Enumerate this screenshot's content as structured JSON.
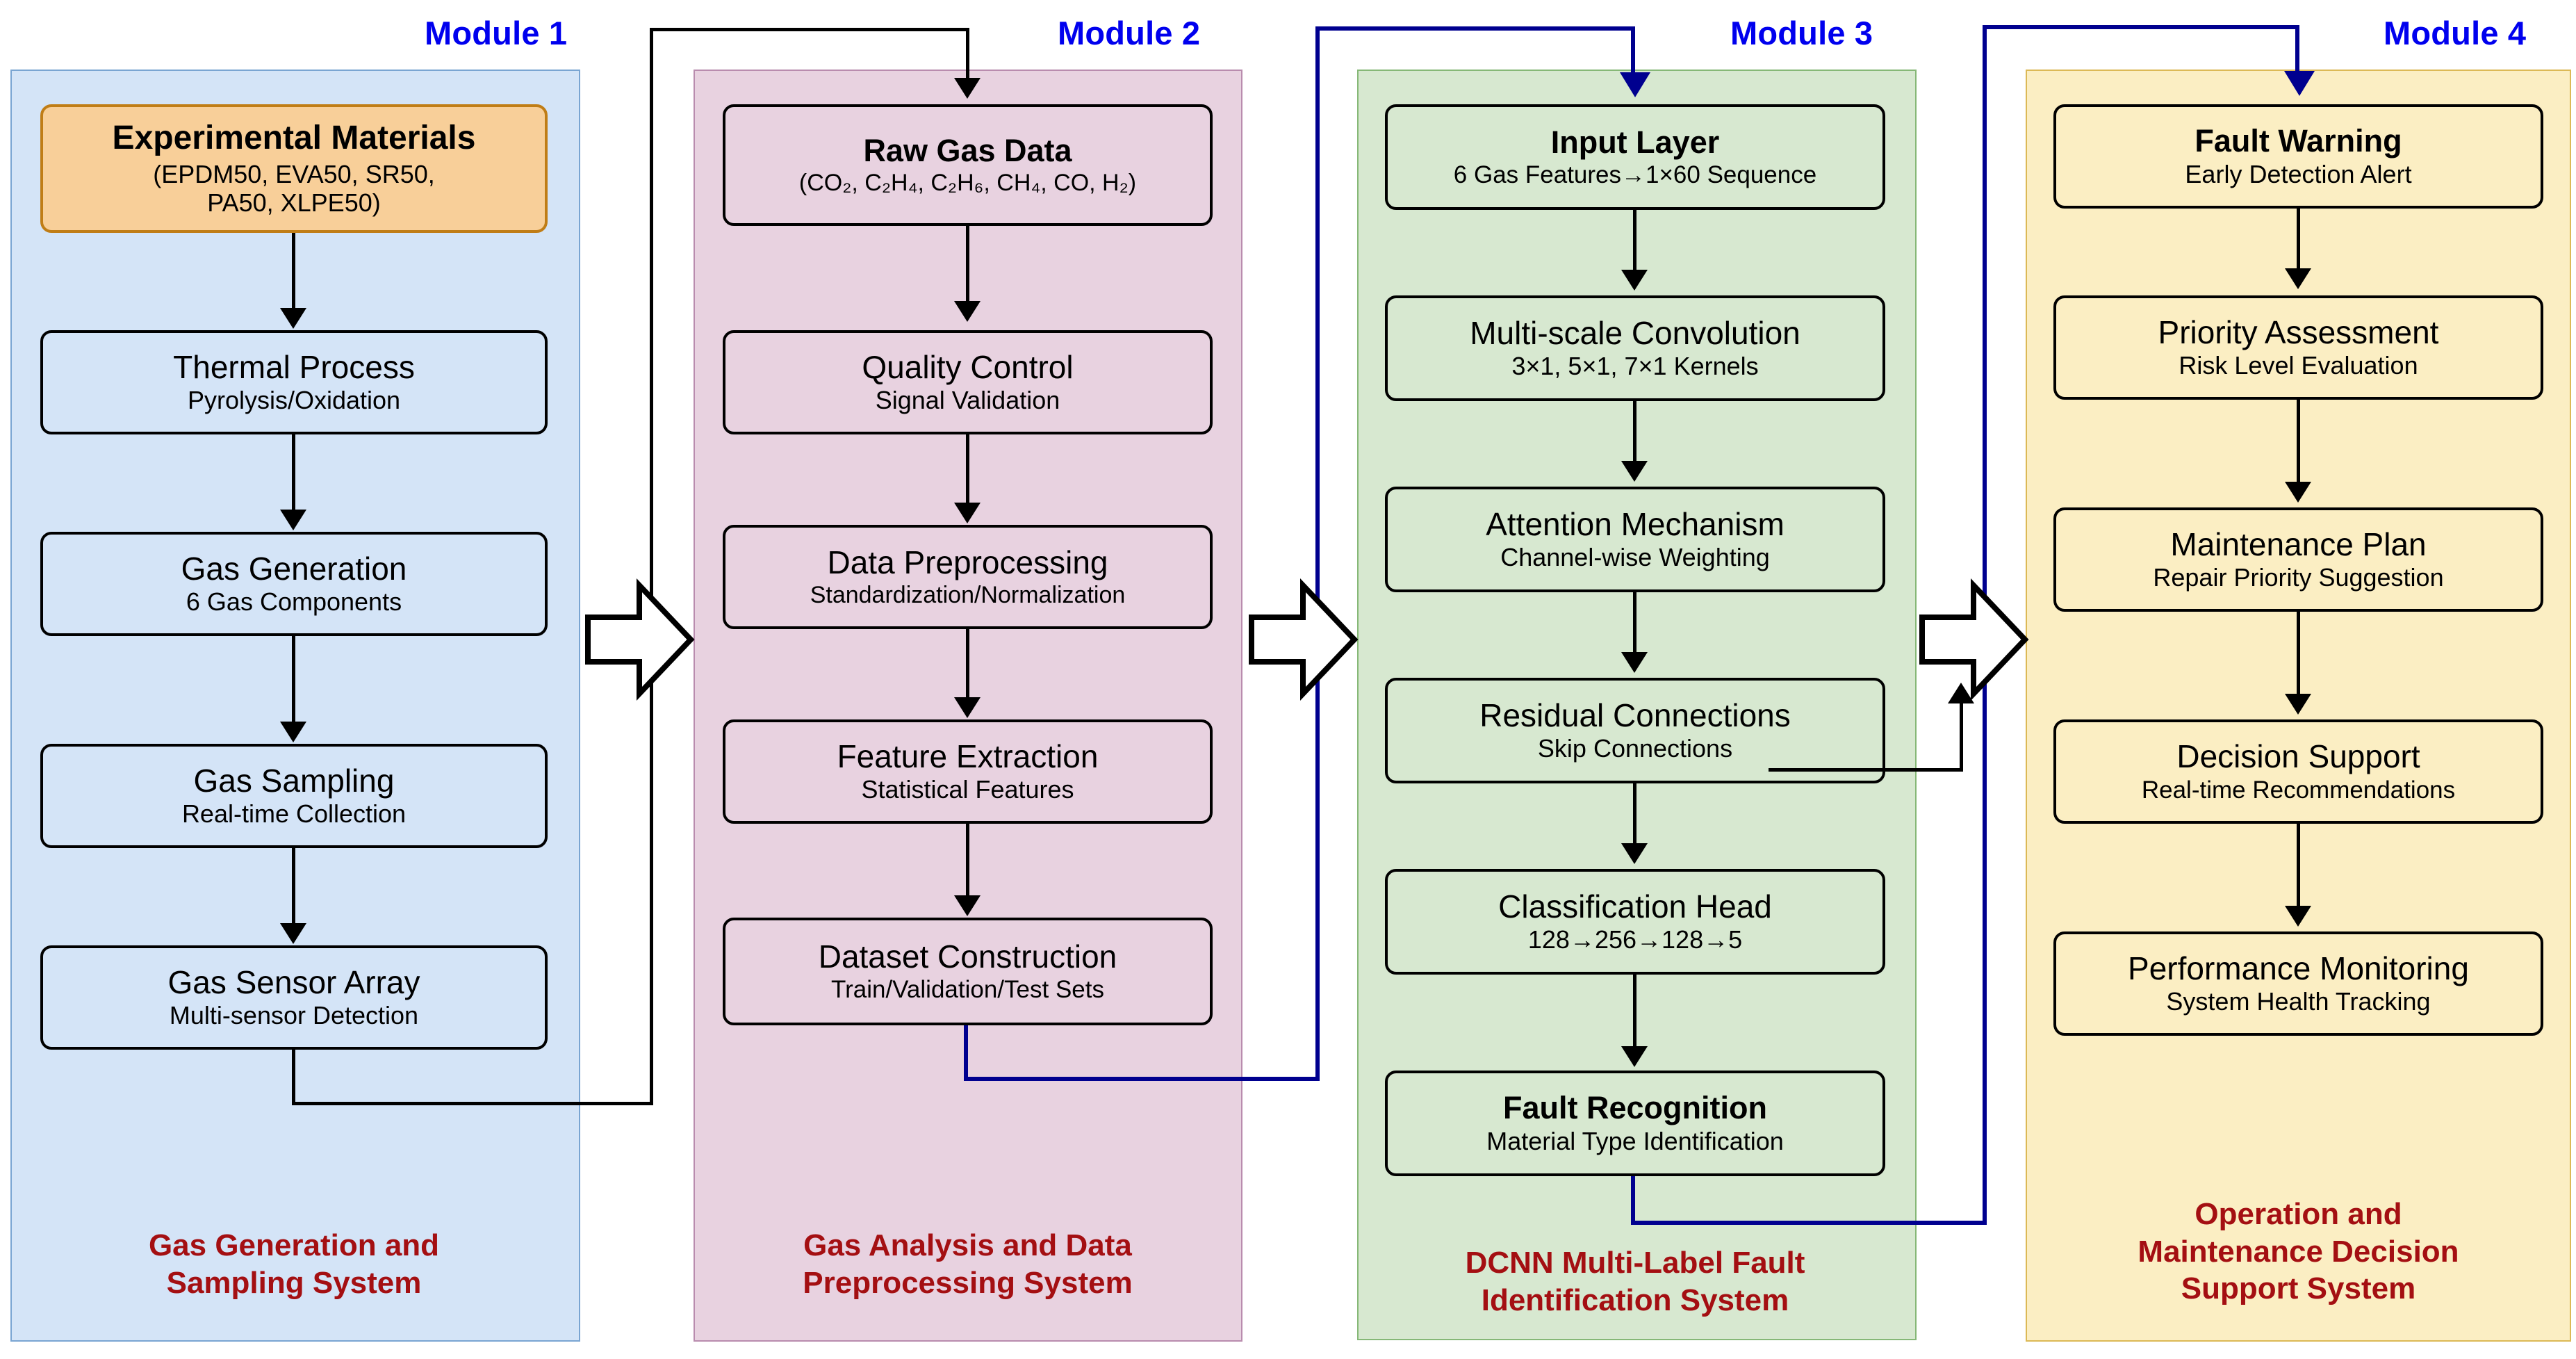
{
  "modules": [
    {
      "tag": "Module 1",
      "system_label": "Gas Generation and\nSampling System",
      "panel_color": "#d4e4f7",
      "nodes": [
        {
          "title": "Experimental Materials",
          "sub": "(EPDM50, EVA50, SR50,\nPA50, XLPE50)",
          "highlight": true
        },
        {
          "title": "Thermal Process",
          "sub": "Pyrolysis/Oxidation"
        },
        {
          "title": "Gas Generation",
          "sub": "6 Gas Components"
        },
        {
          "title": "Gas Sampling",
          "sub": "Real-time Collection"
        },
        {
          "title": "Gas Sensor Array",
          "sub": "Multi-sensor Detection"
        }
      ]
    },
    {
      "tag": "Module 2",
      "system_label": "Gas Analysis and Data\nPreprocessing System",
      "panel_color": "#e8d2e0",
      "nodes": [
        {
          "title": "Raw Gas Data",
          "sub": "(CO₂, C₂H₄, C₂H₆, CH₄, CO, H₂)",
          "bold": true
        },
        {
          "title": "Quality Control",
          "sub": "Signal Validation"
        },
        {
          "title": "Data Preprocessing",
          "sub": "Standardization/Normalization"
        },
        {
          "title": "Feature Extraction",
          "sub": "Statistical Features"
        },
        {
          "title": "Dataset Construction",
          "sub": "Train/Validation/Test Sets"
        }
      ]
    },
    {
      "tag": "Module 3",
      "system_label": "DCNN Multi-Label Fault\nIdentification System",
      "panel_color": "#d7e8d0",
      "nodes": [
        {
          "title": "Input Layer",
          "sub": "6 Gas Features→1×60 Sequence",
          "bold": true
        },
        {
          "title": "Multi-scale Convolution",
          "sub": "3×1, 5×1, 7×1 Kernels"
        },
        {
          "title": "Attention Mechanism",
          "sub": "Channel-wise Weighting"
        },
        {
          "title": "Residual Connections",
          "sub": "Skip Connections"
        },
        {
          "title": "Classification Head",
          "sub": "128→256→128→5"
        },
        {
          "title": "Fault Recognition",
          "sub": "Material Type Identification",
          "bold": true
        }
      ]
    },
    {
      "tag": "Module 4",
      "system_label": "Operation and\nMaintenance Decision\nSupport System",
      "panel_color": "#fbeec3",
      "nodes": [
        {
          "title": "Fault Warning",
          "sub": "Early Detection Alert",
          "bold": true
        },
        {
          "title": "Priority Assessment",
          "sub": "Risk Level Evaluation"
        },
        {
          "title": "Maintenance Plan",
          "sub": "Repair Priority Suggestion"
        },
        {
          "title": "Decision Support",
          "sub": "Real-time Recommendations"
        },
        {
          "title": "Performance Monitoring",
          "sub": "System Health Tracking"
        }
      ]
    }
  ],
  "colors": {
    "module_tag": "#0000ee",
    "system_label": "#a40f12",
    "flow_black": "#000000",
    "flow_blue": "#00008f"
  },
  "connector_labels": {
    "m1_to_m2": "block-arrow",
    "m2_to_m3": "block-arrow",
    "m3_to_m4": "block-arrow"
  }
}
